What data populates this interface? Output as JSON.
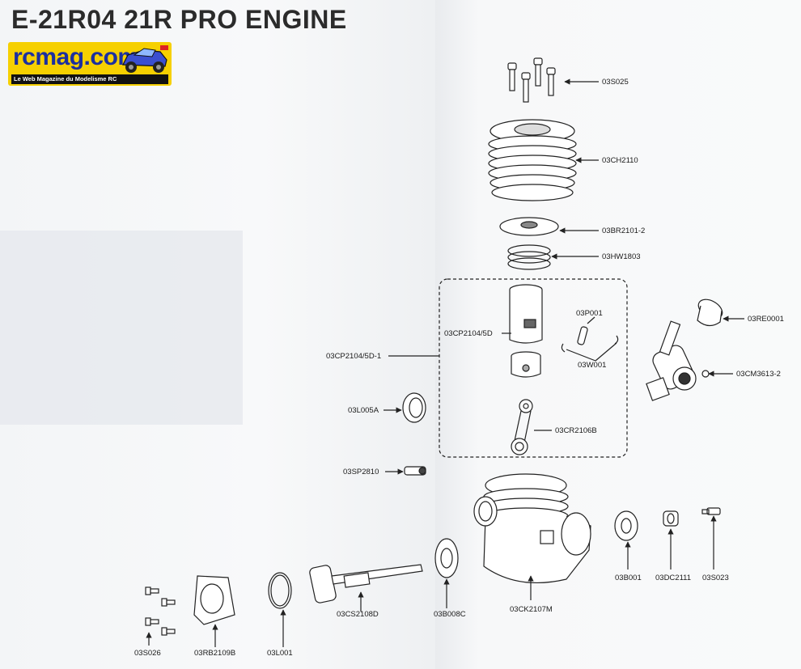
{
  "title": "E-21R04 21R PRO ENGINE",
  "logo": {
    "text": "rcmag.com",
    "tagline": "Le Web Magazine du Modelisme RC"
  },
  "parts": {
    "s025": "03S025",
    "ch2110": "03CH2110",
    "br2101_2": "03BR2101-2",
    "hw1803": "03HW1803",
    "cp2104_5d": "03CP2104/5D",
    "p001": "03P001",
    "w001": "03W001",
    "re0001": "03RE0001",
    "cp2104_5d_1": "03CP2104/5D-1",
    "cm3613_2": "03CM3613-2",
    "l005a": "03L005A",
    "cr2106b": "03CR2106B",
    "sp2810": "03SP2810",
    "b001": "03B001",
    "dc2111": "03DC2111",
    "s023": "03S023",
    "ck2107m": "03CK2107M",
    "b008c": "03B008C",
    "cs2108d": "03CS2108D",
    "l001": "03L001",
    "rb2109b": "03RB2109B",
    "s026": "03S026"
  }
}
